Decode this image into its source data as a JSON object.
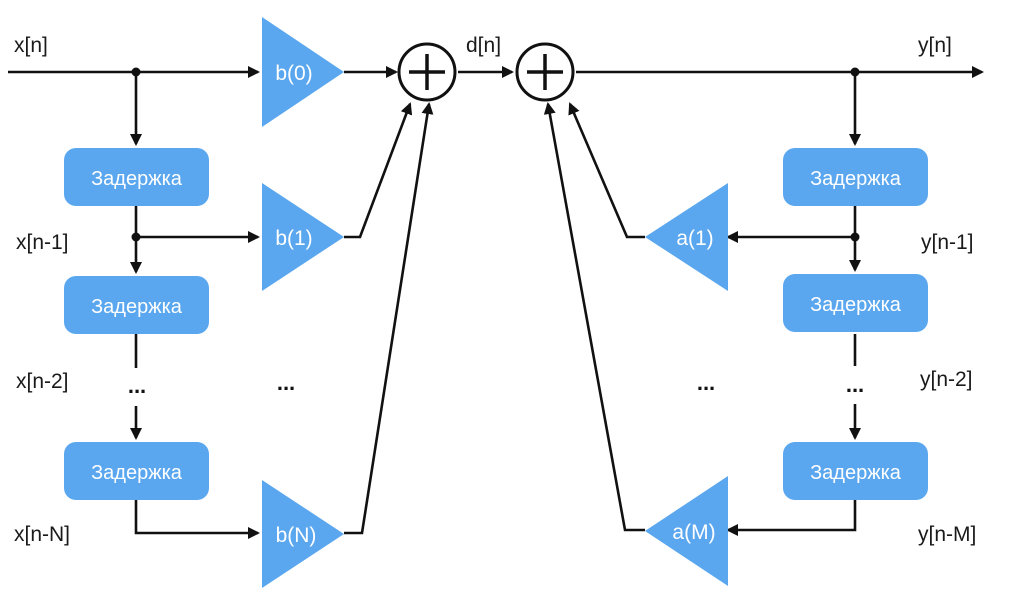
{
  "colors": {
    "block": "#5aa7ef",
    "line": "#111111",
    "background": "#ffffff"
  },
  "signals": {
    "x_n": "x[n]",
    "x_n1": "x[n-1]",
    "x_n2": "x[n-2]",
    "x_nN": "x[n-N]",
    "d_n": "d[n]",
    "y_n": "y[n]",
    "y_n1": "y[n-1]",
    "y_n2": "y[n-2]",
    "y_nM": "y[n-M]"
  },
  "delay_label": "Задержка",
  "forward_gains": [
    "b(0)",
    "b(1)",
    "b(N)"
  ],
  "feedback_gains": [
    "a(1)",
    "a(M)"
  ],
  "ellipsis": "..."
}
